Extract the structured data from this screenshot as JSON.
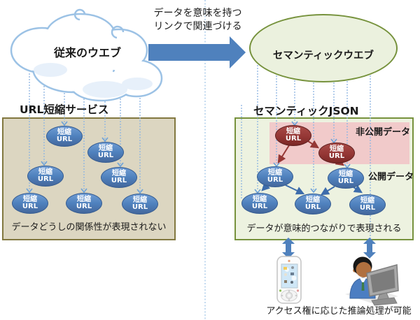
{
  "header": {
    "link_annotation": "データを意味を持つ\nリンクで関連づける",
    "legacy_web_label": "従来のウエブ",
    "semantic_web_label": "セマンティックウエブ"
  },
  "left_panel": {
    "title": "URL短縮サービス",
    "caption": "データどうしの関係性が表現されない",
    "nodes": [
      {
        "label": "短縮\nURL"
      },
      {
        "label": "短縮\nURL"
      },
      {
        "label": "短縮\nURL"
      },
      {
        "label": "短縮\nURL"
      },
      {
        "label": "短縮\nURL"
      },
      {
        "label": "短縮\nURL"
      },
      {
        "label": "短縮\nURL"
      }
    ]
  },
  "right_panel": {
    "title": "セマンティックJSON",
    "private_region_label": "非公開データ",
    "public_region_label": "公開データ",
    "caption": "データが意味的つながりで表現される",
    "private_nodes": [
      {
        "label": "短縮\nURL"
      },
      {
        "label": "短縮\nURL"
      }
    ],
    "public_nodes": [
      {
        "label": "短縮\nURL"
      },
      {
        "label": "短縮\nURL"
      },
      {
        "label": "短縮\nURL"
      },
      {
        "label": "短縮\nURL"
      },
      {
        "label": "短縮\nURL"
      }
    ]
  },
  "footer": {
    "caption": "アクセス権に応じた推論処理が可能"
  },
  "icons": {
    "cloud": "cloud",
    "transform_arrow": "right-arrow",
    "link_lines": "dotted-down-arrow",
    "sync_arrows": "double-vertical-arrow",
    "phone": "mobile-phone",
    "person": "person-at-computer"
  },
  "colors": {
    "node_blue": "#4F81BD",
    "node_red": "#953735",
    "arrow_blue": "#4F81BD",
    "dotted_line_blue": "#8DB4E2",
    "left_box_bg": "#DCD6C1",
    "left_box_border": "#827840",
    "right_box_bg": "#EDF2E0",
    "right_box_border": "#77923D",
    "private_region_bg": "#F1CACA",
    "semantic_ellipse_bg": "#EBF1DE"
  }
}
